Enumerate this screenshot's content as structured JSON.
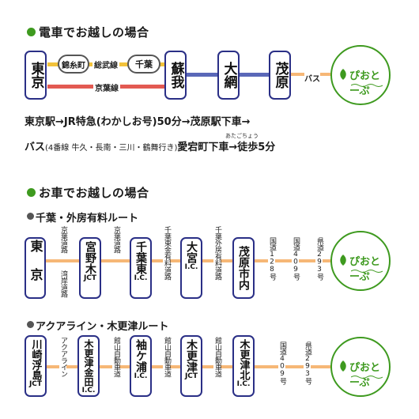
{
  "train": {
    "heading": "電車でお越しの場合",
    "stations": {
      "tokyo": "東京",
      "kinshicho": "錦糸町",
      "chiba": "千葉",
      "soga": "蘇我",
      "oami": "大網",
      "mobara": "茂原"
    },
    "lines": {
      "sobu": "総武線",
      "keiyo": "京葉線",
      "bus": "バス"
    },
    "route_line1": "東京駅→JR特急(わかしお号)50分→茂原駅下車→",
    "route_line2_bus": "バス",
    "route_line2_detail": "(4番線 牛久・長南・三川・鶴舞行き)",
    "route_line2_dest": "愛宕町下車→徒歩5分",
    "ruby": "あたごちょう"
  },
  "car": {
    "heading": "お車でお越しの場合",
    "route1": {
      "title": "千葉・外房有料ルート",
      "nodes": {
        "tokyo": "東京",
        "miyanogi": "宮野木",
        "miyanogi_sub": "JCT",
        "chiba_east": "千葉東",
        "chiba_east_sub": "I.C.",
        "omiya": "大宮",
        "omiya_sub": "I.C.",
        "mobara_shinai": "茂原市内"
      },
      "roads": {
        "keiyo_top": "京葉道路",
        "wangan": "湾岸道路",
        "keiyo2": "京葉道路",
        "chiba_togane": "千葉東金有料道路",
        "chiba_sotobo": "千葉外房有料道路",
        "r128": "国道128号",
        "r409": "国道409号",
        "p293": "県道293号"
      }
    },
    "route2": {
      "title": "アクアライン・木更津ルート",
      "nodes": {
        "kawasaki": "川崎浮島",
        "kawasaki_sub": "JCT",
        "kisarazu_kaneda": "木更津金田",
        "kisarazu_kaneda_sub": "I.C.",
        "sodegaura": "袖ケ浦",
        "sodegaura_sub": "I.C.",
        "kisarazu": "木更津",
        "kisarazu_sub": "JCT",
        "kisarazu_north": "木更津北",
        "kisarazu_north_sub": "I.C."
      },
      "roads": {
        "aqualine": "アクアライン",
        "tateyama1": "館山自動車道",
        "tateyama2": "館山自動車道",
        "tateyama3": "館山自動車道",
        "r409": "国道409号",
        "p293": "県道293号"
      }
    }
  },
  "logo_text": "ぴおとーぷ",
  "colors": {
    "green": "#3e9a1f",
    "sobu": "#f2c23a",
    "keiyo": "#e35a52",
    "sotobo": "#5a68b8",
    "road": "#f6b776",
    "navy": "#2a2f86"
  }
}
